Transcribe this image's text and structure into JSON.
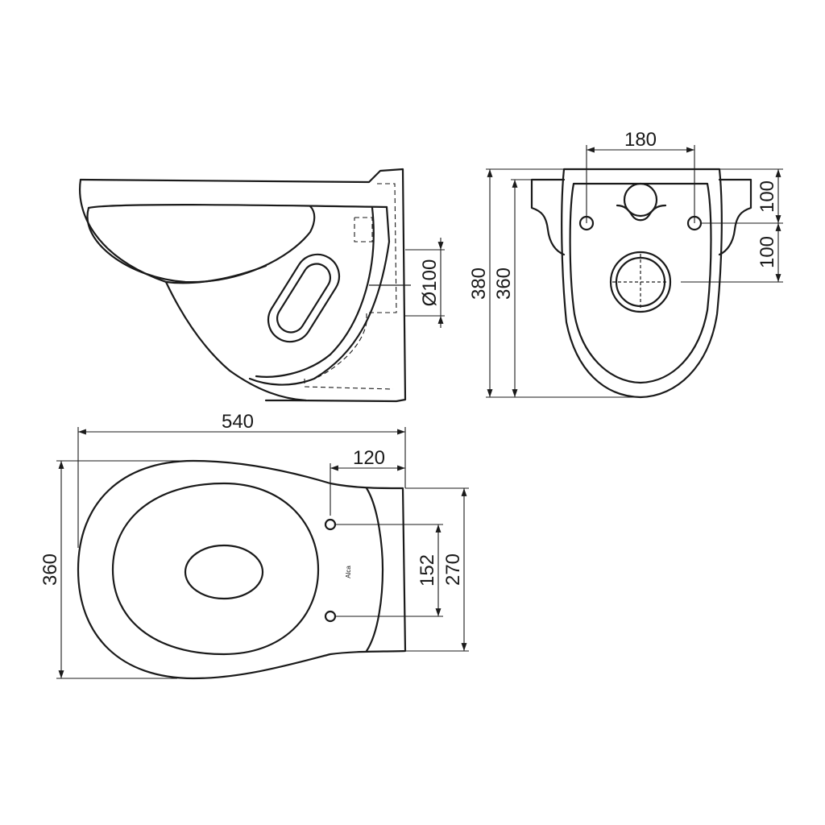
{
  "side_view": {
    "dim_outlet_diameter": "Ø100"
  },
  "rear_view": {
    "dim_bolt_spacing": "180",
    "dim_bolt_height": "100",
    "dim_outlet_height": "100",
    "dim_total_height": "380",
    "dim_body_height": "360"
  },
  "top_view": {
    "dim_length": "540",
    "dim_bolt_offset": "120",
    "dim_width": "360",
    "dim_bolt_spacing": "152",
    "dim_rear_width": "270",
    "brand_mark": "Alca"
  },
  "colors": {
    "line": "#1a1a1a",
    "background": "#ffffff"
  }
}
